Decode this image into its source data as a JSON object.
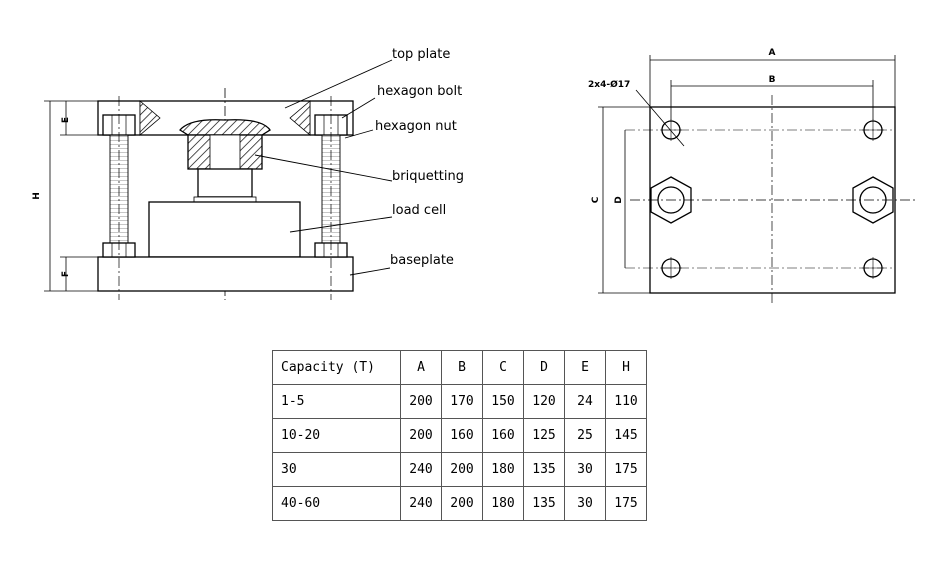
{
  "side_view": {
    "labels": {
      "top_plate": "top plate",
      "hexagon_bolt": "hexagon bolt",
      "hexagon_nut": "hexagon nut",
      "briquetting": "briquetting",
      "load_cell": "load cell",
      "baseplate": "baseplate"
    },
    "dims": {
      "E": "E",
      "H": "H",
      "F": "F"
    }
  },
  "top_view": {
    "hole_note": "2x4-Ø17",
    "dims": {
      "A": "A",
      "B": "B",
      "C": "C",
      "D": "D"
    }
  },
  "spec_table": {
    "headers": [
      "Capacity (T)",
      "A",
      "B",
      "C",
      "D",
      "E",
      "H"
    ],
    "rows": [
      [
        "1-5",
        "200",
        "170",
        "150",
        "120",
        "24",
        "110"
      ],
      [
        "10-20",
        "200",
        "160",
        "160",
        "125",
        "25",
        "145"
      ],
      [
        "30",
        "240",
        "200",
        "180",
        "135",
        "30",
        "175"
      ],
      [
        "40-60",
        "240",
        "200",
        "180",
        "135",
        "30",
        "175"
      ]
    ]
  }
}
